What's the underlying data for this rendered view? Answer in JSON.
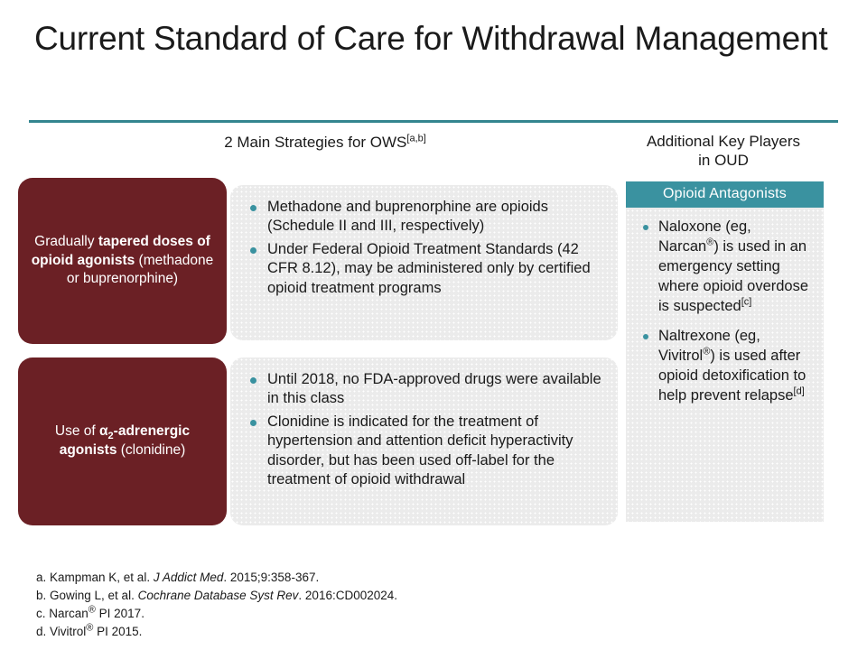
{
  "slide": {
    "title": "Current Standard of Care for Withdrawal Management"
  },
  "columns": {
    "left_header_text": "2 Main Strategies for OWS",
    "left_header_cite": "[a,b]",
    "right_header_line1": "Additional Key Players",
    "right_header_line2": "in OUD"
  },
  "strategies": [
    {
      "label_pre": "Gradually ",
      "label_bold": "tapered doses of opioid agonists",
      "label_post": " (methadone or buprenorphine)",
      "bullets": [
        "Methadone and buprenorphine are opioids (Schedule II and III, respectively)",
        "Under Federal Opioid Treatment Standards (42 CFR 8.12), may be administered only by certified opioid treatment programs"
      ]
    },
    {
      "label_pre": "Use of ",
      "label_alpha": "α",
      "label_sub": "2",
      "label_bold": "-adrenergic agonists",
      "label_post": " (clonidine)",
      "bullets": [
        "Until 2018, no FDA-approved drugs were available in this class",
        "Clonidine is indicated for the treatment of hypertension and attention deficit hyperactivity disorder, but has been used off-label for the treatment of opioid withdrawal"
      ]
    }
  ],
  "antagonists": {
    "header": "Opioid Antagonists",
    "bullets": [
      {
        "pre": "Naloxone (eg, Narcan",
        "reg": "®",
        "post": ") is used in an emergency setting where opioid overdose is suspected",
        "cite": "[c]"
      },
      {
        "pre": "Naltrexone (eg, Vivitrol",
        "reg": "®",
        "post": ") is used after opioid detoxification to help prevent relapse",
        "cite": "[d]"
      }
    ]
  },
  "footnotes": [
    {
      "marker": "a. ",
      "pre": "Kampman K, et al. ",
      "italic": "J Addict Med",
      "post": ". 2015;9:358-367."
    },
    {
      "marker": "b. ",
      "pre": "Gowing L, et al. ",
      "italic": "Cochrane Database Syst Rev",
      "post": ". 2016:CD002024."
    },
    {
      "marker": "c. ",
      "pre": "Narcan",
      "reg": "®",
      "post": " PI 2017."
    },
    {
      "marker": "d. ",
      "pre": "Vivitrol",
      "reg": "®",
      "post": " PI 2015."
    }
  ],
  "colors": {
    "accent_teal": "#3a92a0",
    "rule_teal": "#33858f",
    "box_dark_red": "#6B2025",
    "panel_gray": "#ebebeb"
  }
}
